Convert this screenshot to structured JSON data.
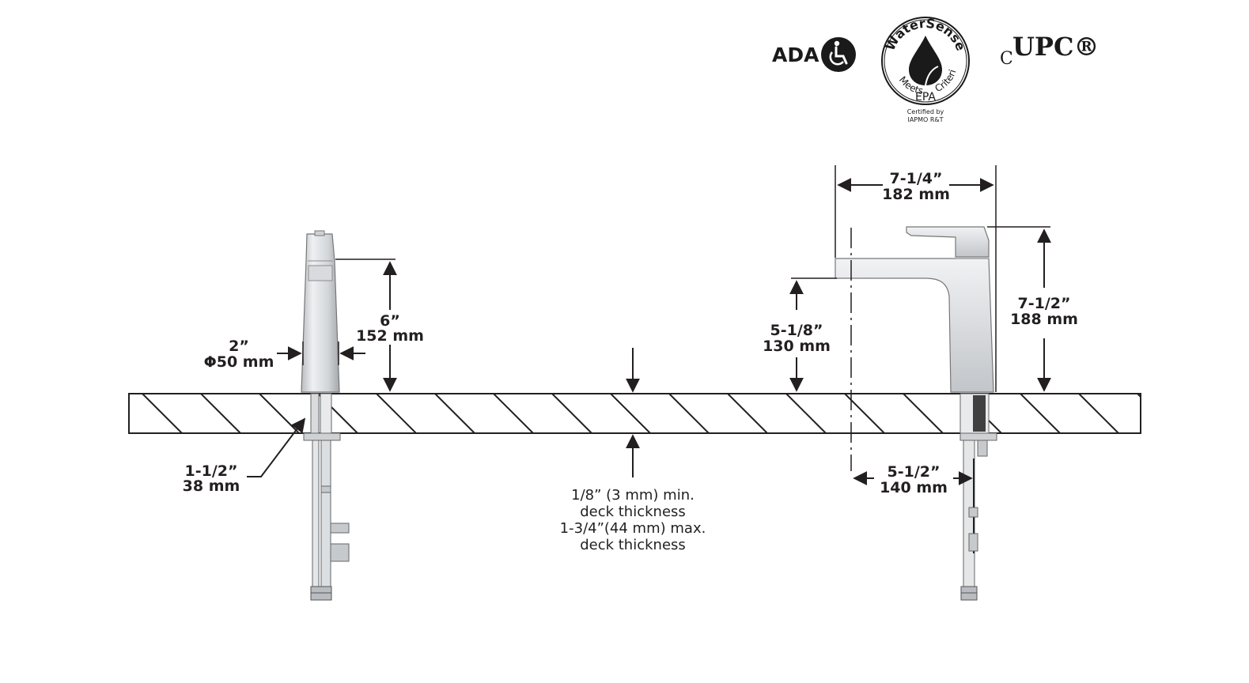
{
  "certifications": {
    "ada_label": "ADA",
    "watersense_title": "WaterSense",
    "watersense_meets": "Meets",
    "watersense_epa": "EPA",
    "watersense_criteria": "Criteria",
    "watersense_certified": "Certified by",
    "watersense_iapmo": "IAPMO R&T",
    "upc_prefix": "C",
    "upc_label": "UPC®"
  },
  "side_view": {
    "handle_height": {
      "in": "6”",
      "mm": "152 mm"
    },
    "body_diameter": {
      "in": "2”",
      "mm": "Φ50 mm"
    },
    "shank_diameter": {
      "in": "1-1/2”",
      "mm": "38 mm"
    }
  },
  "deck": {
    "line1": "1/8” (3 mm) min.",
    "line2": "deck thickness",
    "line3": "1-3/4”(44 mm) max.",
    "line4": "deck thickness"
  },
  "front_view": {
    "overall_depth": {
      "in": "7-1/4”",
      "mm": "182 mm"
    },
    "overall_height": {
      "in": "7-1/2”",
      "mm": "188 mm"
    },
    "spout_height": {
      "in": "5-1/8”",
      "mm": "130 mm"
    },
    "spout_reach": {
      "in": "5-1/2”",
      "mm": "140 mm"
    }
  },
  "colors": {
    "line": "#231f20",
    "metal_light": "#e4e6e8",
    "metal_dark": "#9a9da1"
  }
}
